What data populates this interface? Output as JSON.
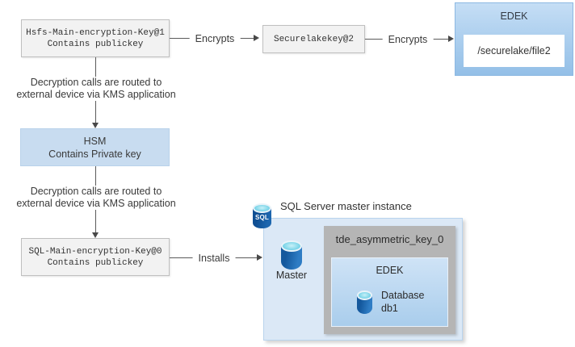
{
  "boxes": {
    "hdfs_key": {
      "line1": "Hsfs-Main-encryption-Key@1",
      "line2": "Contains publickey"
    },
    "securelake_key": {
      "label": "Securelakekey@2"
    },
    "edek_file": {
      "title": "EDEK",
      "file": "/securelake/file2"
    },
    "hsm": {
      "line1": "HSM",
      "line2": "Contains Private key"
    },
    "sql_key": {
      "line1": "SQL-Main-encryption-Key@0",
      "line2": "Contains publickey"
    }
  },
  "sql_instance": {
    "label": "SQL Server master instance",
    "sql_icon_text": "SQL",
    "master_label": "Master",
    "tde_key_label": "tde_asymmetric_key_0",
    "edek_label": "EDEK",
    "database_line1": "Database",
    "database_line2": "db1"
  },
  "edges": {
    "encrypts1": "Encrypts",
    "encrypts2": "Encrypts",
    "installs": "Installs"
  },
  "notes": {
    "kms1_line1": "Decryption calls are routed to",
    "kms1_line2": "external device via KMS application",
    "kms2_line1": "Decryption calls are routed to",
    "kms2_line2": "external device via KMS application"
  },
  "colors": {
    "key_box_bg": "#f2f2f2",
    "key_box_border": "#bfbfbf",
    "hsm_bg": "#c8dcf0",
    "edek_gradient_top": "#c5def5",
    "edek_gradient_bottom": "#93bfe7",
    "container_bg": "#dbe8f6",
    "container_border": "#b9d4ee",
    "tde_bg": "#b5b5b5",
    "cylinder_body_blue": "#1d66ae",
    "cylinder_cap_cyan": "#7fd4e8",
    "connector_line": "#555555"
  }
}
